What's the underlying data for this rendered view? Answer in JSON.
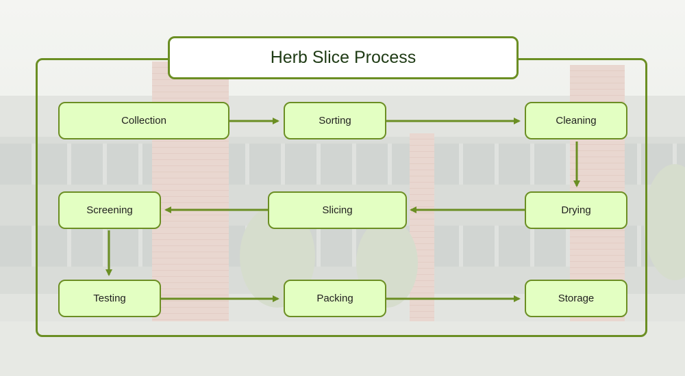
{
  "title": "Herb Slice Process",
  "colors": {
    "border": "#6b8e23",
    "node_fill": "#e3ffc2",
    "arrow": "#6b8e23"
  },
  "steps": [
    "Collection",
    "Sorting",
    "Cleaning",
    "Drying",
    "Slicing",
    "Screening",
    "Testing",
    "Packing",
    "Storage"
  ],
  "flow": [
    [
      "Collection",
      "Sorting"
    ],
    [
      "Sorting",
      "Cleaning"
    ],
    [
      "Cleaning",
      "Drying"
    ],
    [
      "Drying",
      "Slicing"
    ],
    [
      "Slicing",
      "Screening"
    ],
    [
      "Screening",
      "Testing"
    ],
    [
      "Testing",
      "Packing"
    ],
    [
      "Packing",
      "Storage"
    ]
  ]
}
